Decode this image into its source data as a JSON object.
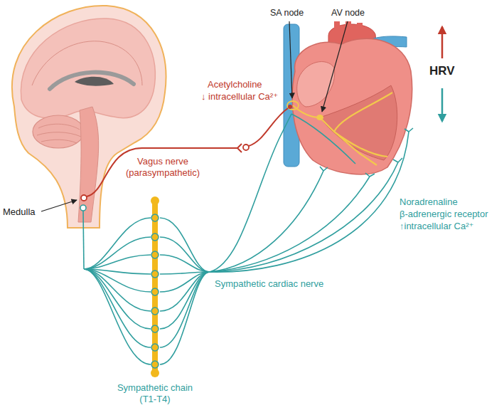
{
  "diagram": {
    "labels": [
      "SA node",
      "AV node",
      "HRV",
      "Acetylcholine",
      "↓ intracellular Ca²⁺",
      "Vagus nerve (parasympathetic)",
      "Medulla",
      "Noradrenaline",
      "β-adrenergic receptor",
      "↑intracellular Ca²⁺",
      "Sympathetic cardiac nerve",
      "Sympathetic chain (T1-T4)"
    ]
  }
}
